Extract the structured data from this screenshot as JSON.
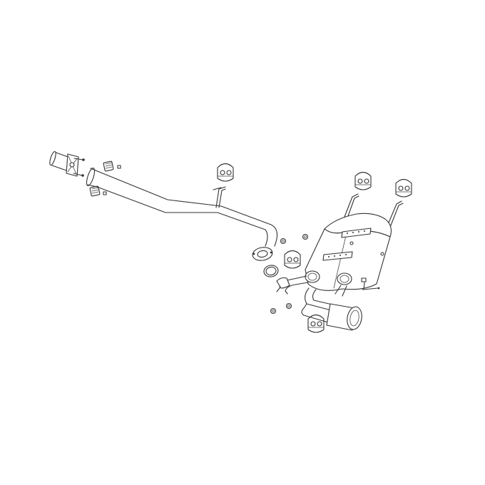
{
  "diagram": {
    "stroke_color": "#333333",
    "background_color": "#ffffff",
    "parts": [
      "downpipe-flange",
      "flange-bolts",
      "springs",
      "mid-pipe",
      "hanger-rods",
      "rubber-isolators",
      "flange-gasket",
      "muffler-box",
      "y-pipe-inlet",
      "tailpipe-tip",
      "nuts",
      "clamp-bolt"
    ]
  }
}
